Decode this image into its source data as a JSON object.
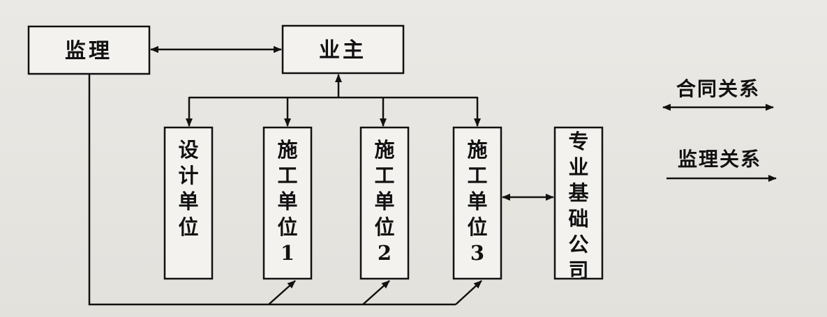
{
  "nodes": {
    "supervisor": "监理",
    "owner": "业主",
    "design_unit": "设计单位",
    "contractor_1": "施工单位1",
    "contractor_2": "施工单位2",
    "contractor_3": "施工单位3",
    "foundation_company": "专业基础公司"
  },
  "legend": {
    "contract_relation": "合同关系",
    "supervision_relation": "监理关系"
  }
}
